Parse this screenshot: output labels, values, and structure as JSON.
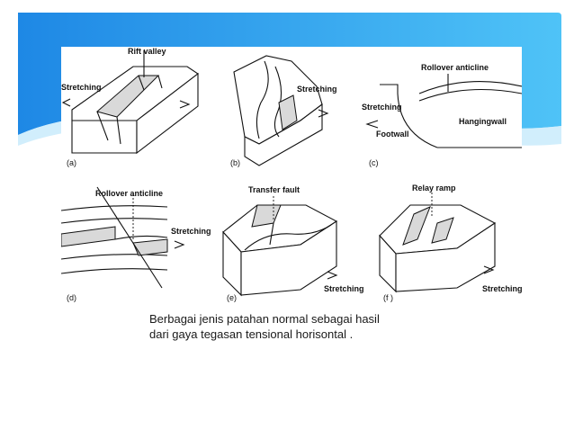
{
  "banner": {
    "color_light": "#4fc3f7",
    "color_dark": "#1e88e5"
  },
  "figure": {
    "panels": [
      {
        "id": "a",
        "tag": "(a)",
        "labels": [
          "Rift valley",
          "Stretching"
        ]
      },
      {
        "id": "b",
        "tag": "(b)",
        "labels": [
          "Stretching"
        ]
      },
      {
        "id": "c",
        "tag": "(c)",
        "labels": [
          "Rollover anticline",
          "Stretching",
          "Footwall",
          "Hangingwall"
        ]
      },
      {
        "id": "d",
        "tag": "(d)",
        "labels": [
          "Rollover anticline",
          "Stretching"
        ]
      },
      {
        "id": "e",
        "tag": "(e)",
        "labels": [
          "Transfer fault",
          "Stretching"
        ]
      },
      {
        "id": "f",
        "tag": "(f )",
        "labels": [
          "Relay ramp",
          "Stretching"
        ]
      }
    ]
  },
  "caption": {
    "line1": "Berbagai jenis patahan normal sebagai hasil",
    "line2": "dari gaya tegasan tensional horisontal ."
  }
}
